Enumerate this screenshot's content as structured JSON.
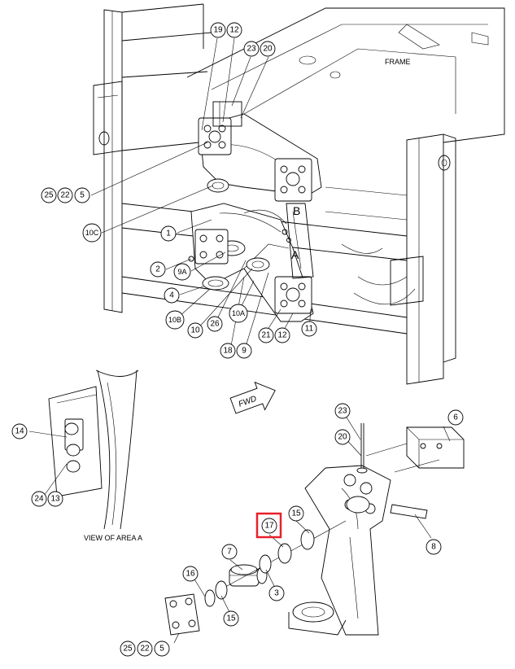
{
  "labels": {
    "frame": "FRAME",
    "area_a": "A",
    "area_b": "B",
    "view_of_area_a": "VIEW OF AREA A",
    "fwd": "FWD"
  },
  "highlight_color": "#e8202a",
  "callouts": {
    "c19": "19",
    "c12a": "12",
    "c23a": "23",
    "c20a": "20",
    "c25a": "25",
    "c22a": "22",
    "c5a": "5",
    "c10C": "10C",
    "c1": "1",
    "c2": "2",
    "c9A": "9A",
    "c4": "4",
    "c10B": "10B",
    "c10": "10",
    "c26": "26",
    "c10A": "10A",
    "c18": "18",
    "c9": "9",
    "c21": "21",
    "c12b": "12",
    "c11": "11",
    "c14": "14",
    "c24": "24",
    "c13": "13",
    "c23b": "23",
    "c6": "6",
    "c20b": "20",
    "c15a": "15",
    "c17": "17",
    "c7": "7",
    "c16": "16",
    "c15b": "15",
    "c3": "3",
    "c8": "8",
    "c25b": "25",
    "c22b": "22",
    "c5b": "5"
  }
}
